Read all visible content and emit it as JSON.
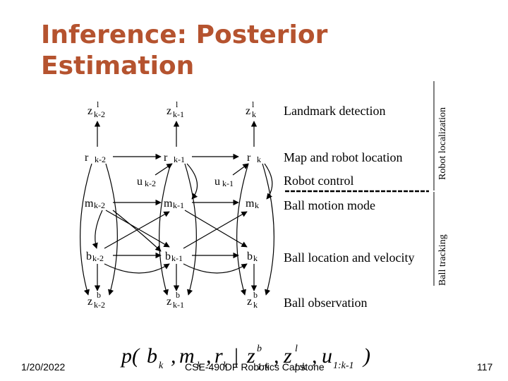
{
  "title": [
    "Inference: Posterior",
    "Estimation"
  ],
  "nodes": {
    "zl": [
      {
        "base": "z",
        "sup": "l",
        "sub": "k-2"
      },
      {
        "base": "z",
        "sup": "l",
        "sub": "k-1"
      },
      {
        "base": "z",
        "sup": "l",
        "sub": "k"
      }
    ],
    "r": [
      {
        "base": "r",
        "sub": "k-2"
      },
      {
        "base": "r",
        "sub": "k-1"
      },
      {
        "base": "r",
        "sub": "k"
      }
    ],
    "u": [
      {
        "base": "u",
        "sub": "k-2"
      },
      {
        "base": "u",
        "sub": "k-1"
      }
    ],
    "m": [
      {
        "base": "m",
        "sub": "k-2"
      },
      {
        "base": "m",
        "sub": "k-1"
      },
      {
        "base": "m",
        "sub": "k"
      }
    ],
    "b": [
      {
        "base": "b",
        "sub": "k-2"
      },
      {
        "base": "b",
        "sub": "k-1"
      },
      {
        "base": "b",
        "sub": "k"
      }
    ],
    "zb": [
      {
        "base": "z",
        "sup": "b",
        "sub": "k-2"
      },
      {
        "base": "z",
        "sup": "b",
        "sub": "k-1"
      },
      {
        "base": "z",
        "sup": "b",
        "sub": "k"
      }
    ]
  },
  "row_labels": {
    "landmark": "Landmark detection",
    "map_robot": "Map and robot location",
    "robot_control": "Robot control",
    "ball_motion": "Ball motion mode",
    "ball_location": "Ball location and velocity",
    "ball_observation": "Ball observation"
  },
  "side_labels": {
    "robot_localization": "Robot localization",
    "ball_tracking": "Ball tracking"
  },
  "formula": {
    "lhs_p": "p(",
    "b": "b",
    "b_sub": "k",
    "m": "m",
    "m_sub": "k",
    "r": "r",
    "r_sub": "k",
    "bar": "|",
    "zb": "z",
    "zb_sup": "b",
    "zb_sub": "1:k",
    "zl": "z",
    "zl_sup": "l",
    "zl_sub": "1:k",
    "u": "u",
    "u_sub": "1:k-1",
    "rhs_p": ")"
  },
  "footer": {
    "date": "1/20/2022",
    "course": "CSE-490DF Robotics Capstone",
    "page": "117"
  }
}
